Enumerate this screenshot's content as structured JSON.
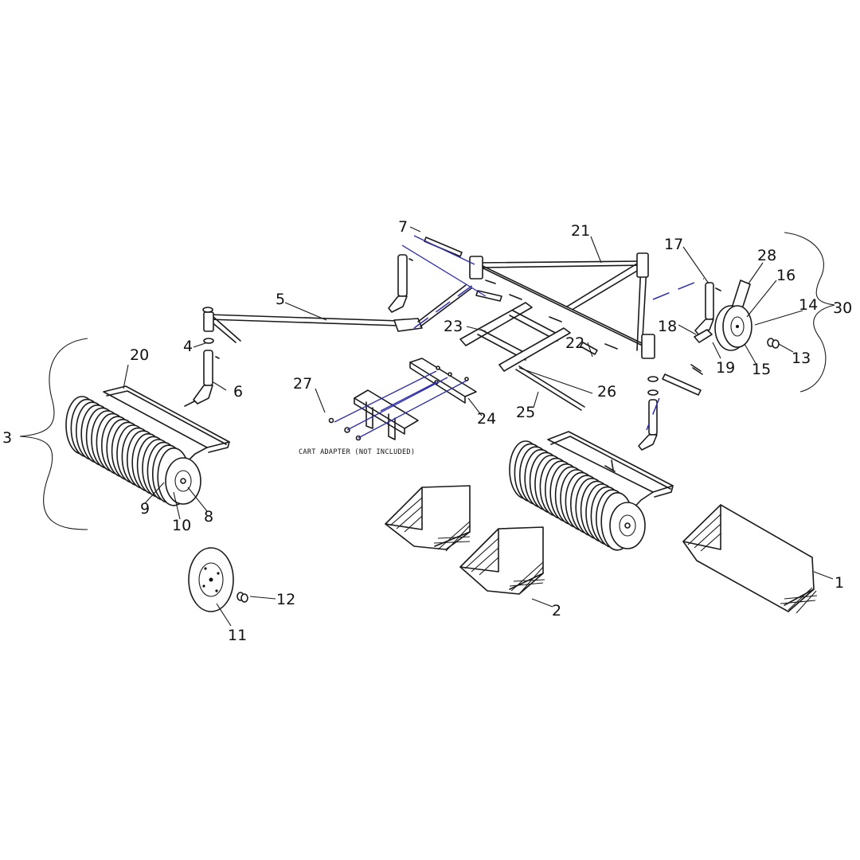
{
  "diagram": {
    "caption": "CART ADAPTER (NOT INCLUDED)",
    "callouts": [
      "1",
      "2",
      "3",
      "4",
      "5",
      "6",
      "7",
      "8",
      "9",
      "10",
      "11",
      "12",
      "13",
      "14",
      "15",
      "16",
      "17",
      "18",
      "19",
      "20",
      "21",
      "22",
      "23",
      "24",
      "25",
      "26",
      "27",
      "28",
      "30"
    ]
  }
}
